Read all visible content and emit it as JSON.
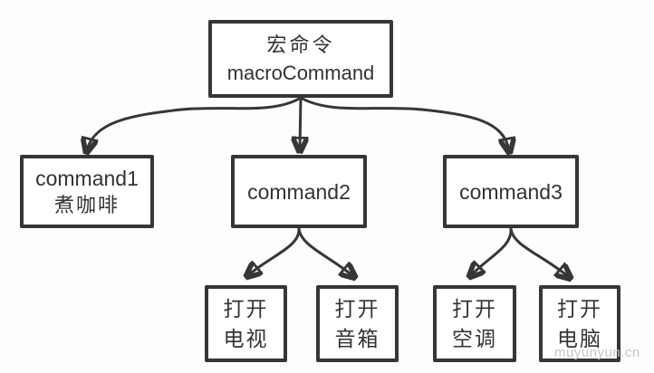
{
  "diagram": {
    "type": "tree",
    "root": {
      "title": "宏命令",
      "subtitle": "macroCommand"
    },
    "children": [
      {
        "label": "command1",
        "sublabel": "煮咖啡"
      },
      {
        "label": "command2"
      },
      {
        "label": "command3"
      }
    ],
    "leaves": [
      {
        "line1": "打开",
        "line2": "电视"
      },
      {
        "line1": "打开",
        "line2": "音箱"
      },
      {
        "line1": "打开",
        "line2": "空调"
      },
      {
        "line1": "打开",
        "line2": "电脑"
      }
    ],
    "edges": [
      [
        "macroCommand",
        "command1"
      ],
      [
        "macroCommand",
        "command2"
      ],
      [
        "macroCommand",
        "command3"
      ],
      [
        "command2",
        "打开电视"
      ],
      [
        "command2",
        "打开音箱"
      ],
      [
        "command3",
        "打开空调"
      ],
      [
        "command3",
        "打开电脑"
      ]
    ],
    "watermark": "muyunyun.cn",
    "colors": {
      "stroke": "#363636",
      "text": "#333333",
      "background": "#fdfdfd",
      "box_fill": "#ffffff",
      "watermark": "#c6c6c6"
    }
  }
}
